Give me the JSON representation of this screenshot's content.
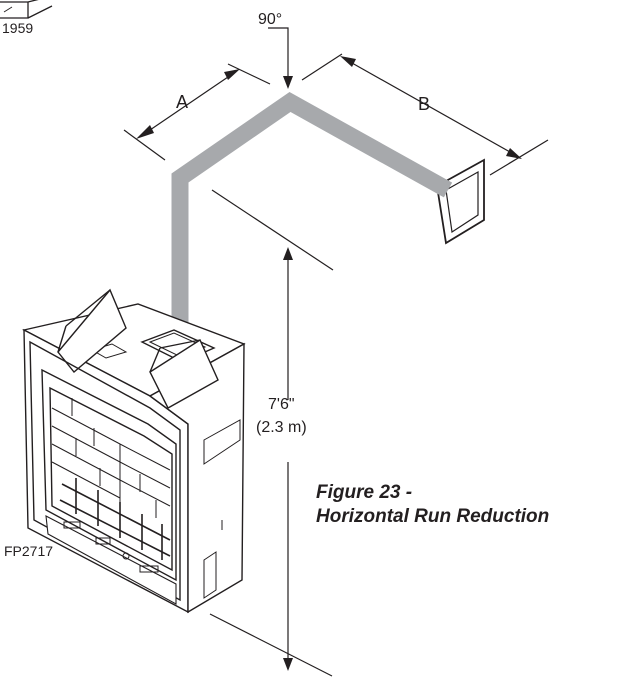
{
  "labels": {
    "top_ref": "1959",
    "angle": "90°",
    "dim_a": "A",
    "dim_b": "B",
    "height_ft": "7'6\"",
    "height_m": "(2.3 m)",
    "model": "FP2717"
  },
  "caption": {
    "line1": "Figure 23 -",
    "line2": "Horizontal Run Reduction"
  },
  "colors": {
    "pipe": "#a7a9ac",
    "line": "#231f20"
  }
}
